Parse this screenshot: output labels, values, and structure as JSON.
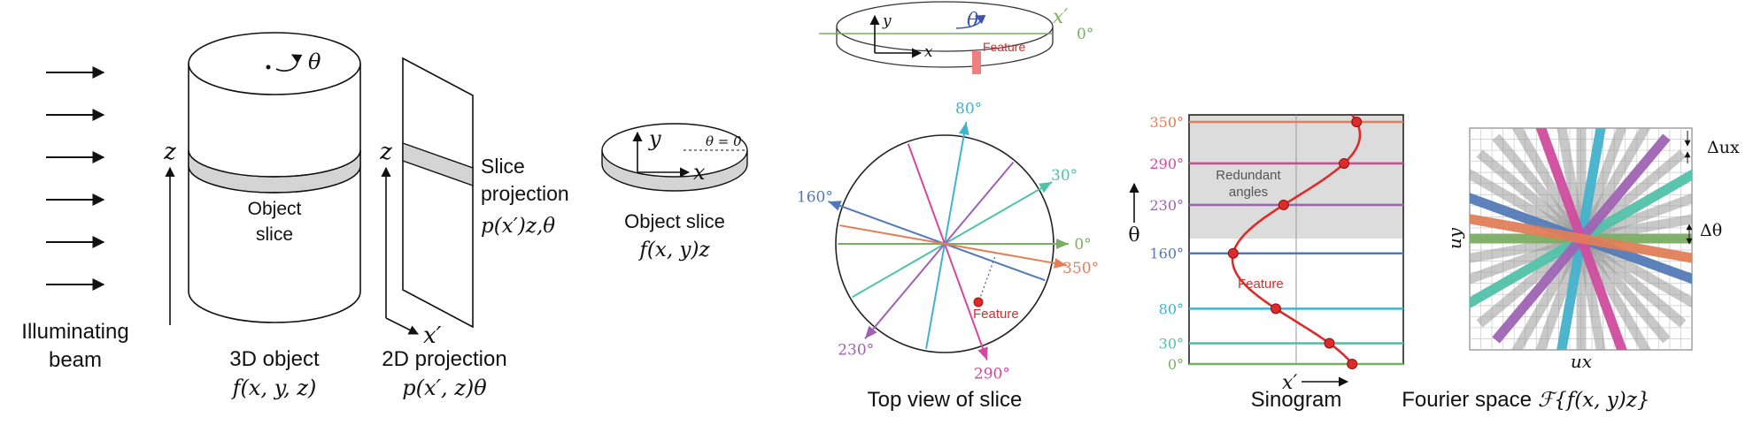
{
  "panel_beam": {
    "caption_line1": "Illuminating",
    "caption_line2": "beam"
  },
  "panel_object": {
    "rotation_symbol": "θ",
    "z_axis": "z",
    "slice_label_line1": "Object",
    "slice_label_line2": "slice",
    "caption": "3D object",
    "caption_math": "f(x, y, z)"
  },
  "panel_projection": {
    "z_axis": "z",
    "x_axis": "x′",
    "slice_label_line1": "Slice",
    "slice_label_line2": "projection",
    "slice_label_math": "p(x′)z,θ",
    "caption": "2D projection",
    "caption_math": "p(x′, z)θ"
  },
  "panel_slice": {
    "y_axis": "y",
    "x_axis": "x",
    "theta_label": "θ = 0",
    "caption": "Object slice",
    "caption_math": "f(x, y)z"
  },
  "panel_topview": {
    "disc_y": "y",
    "disc_x": "x",
    "disc_theta": "θ",
    "disc_xprime": "x′",
    "disc_zero": "0°",
    "disc_feature": "Feature",
    "feature": "Feature",
    "caption": "Top view of slice",
    "angles": [
      {
        "label": "0°",
        "deg": 0,
        "color": "#7aae62"
      },
      {
        "label": "30°",
        "deg": 30,
        "color": "#4fc3a8"
      },
      {
        "label": "80°",
        "deg": 80,
        "color": "#3fb3cd"
      },
      {
        "label": "160°",
        "deg": 160,
        "color": "#5079b9"
      },
      {
        "label": "230°",
        "deg": 230,
        "color": "#a061b5"
      },
      {
        "label": "290°",
        "deg": 290,
        "color": "#d2489e"
      },
      {
        "label": "350°",
        "deg": 350,
        "color": "#e47e56"
      }
    ]
  },
  "panel_sinogram": {
    "theta_axis": "θ",
    "x_axis": "x′",
    "redundant_line1": "Redundant",
    "redundant_line2": "angles",
    "feature": "Feature",
    "caption": "Sinogram",
    "rows": [
      {
        "label": "0°",
        "deg": 0,
        "color": "#7aae62"
      },
      {
        "label": "30°",
        "deg": 30,
        "color": "#4fc3a8"
      },
      {
        "label": "80°",
        "deg": 80,
        "color": "#3fb3cd"
      },
      {
        "label": "160°",
        "deg": 160,
        "color": "#5079b9"
      },
      {
        "label": "230°",
        "deg": 230,
        "color": "#a061b5"
      },
      {
        "label": "290°",
        "deg": 290,
        "color": "#d2489e"
      },
      {
        "label": "350°",
        "deg": 350,
        "color": "#e47e56"
      }
    ],
    "feature_color": "#dd2b2b"
  },
  "panel_fourier": {
    "delta_u": "Δux",
    "delta_theta": "Δθ",
    "uy_axis": "uy",
    "ux_axis": "ux",
    "caption": "Fourier space",
    "caption_math": "ℱ{f(x, y)z}"
  }
}
